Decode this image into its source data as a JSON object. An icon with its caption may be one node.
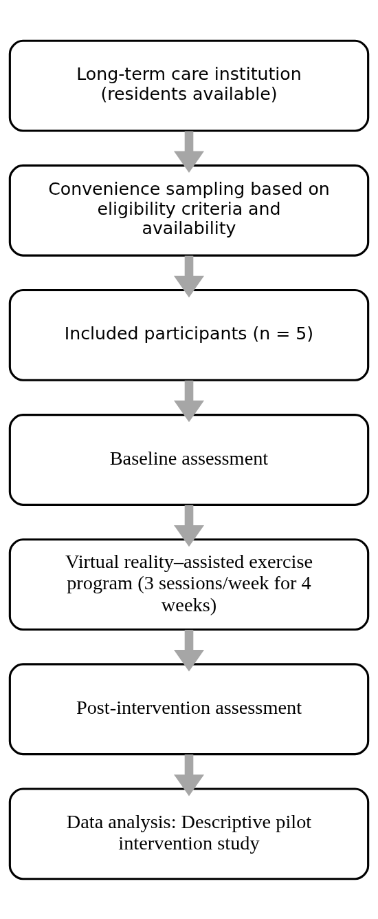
{
  "diagram": {
    "nodes": [
      {
        "text": [
          "Long-term care institution (residents available)"
        ]
      },
      {
        "text": [
          "Convenience sampling based on eligibility criteria and availability"
        ]
      },
      {
        "text": [
          "Included participants (n = 5)"
        ]
      },
      {
        "text": [
          "Baseline assessment"
        ]
      },
      {
        "text": [
          "Virtual reality–assisted exercise program (3 sessions/week for 4 weeks)"
        ]
      },
      {
        "text": [
          "Post-intervention assessment"
        ]
      },
      {
        "text": [
          "Data analysis: Descriptive pilot intervention study"
        ]
      }
    ],
    "edges": [
      {
        "from": 0,
        "to": 1,
        "arrow": "to"
      },
      {
        "from": 1,
        "to": 2,
        "arrow": "to"
      },
      {
        "from": 2,
        "to": 3,
        "arrow": "to"
      },
      {
        "from": 3,
        "to": 4,
        "arrow": "to"
      },
      {
        "from": 4,
        "to": 5,
        "arrow": "to"
      },
      {
        "from": 5,
        "to": 6,
        "arrow": "to"
      }
    ]
  }
}
